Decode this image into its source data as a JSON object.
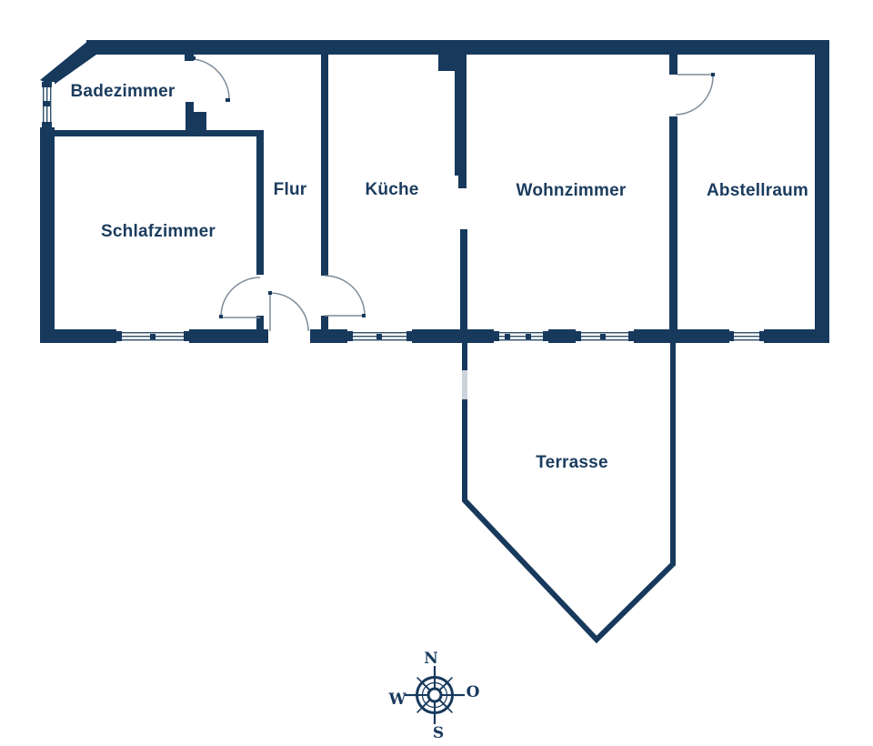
{
  "floorplan": {
    "rooms": {
      "badezimmer": {
        "label": "Badezimmer"
      },
      "schlafzimmer": {
        "label": "Schlafzimmer"
      },
      "flur": {
        "label": "Flur"
      },
      "kueche": {
        "label": "Küche"
      },
      "wohnzimmer": {
        "label": "Wohnzimmer"
      },
      "abstellraum": {
        "label": "Abstellraum"
      },
      "terrasse": {
        "label": "Terrasse"
      }
    },
    "compass": {
      "north": "N",
      "east": "O",
      "south": "S",
      "west": "W"
    },
    "colors": {
      "wall": "#17395C",
      "text": "#1B3C5E",
      "door_arc": "#7E8C99",
      "window_line": "#2F4F6B",
      "background": "#FFFFFF"
    }
  }
}
